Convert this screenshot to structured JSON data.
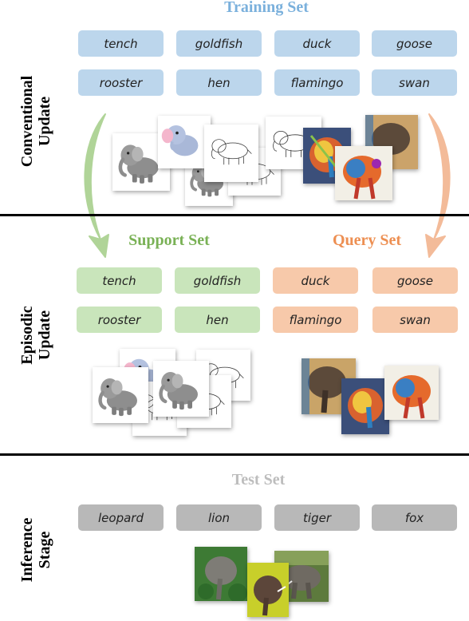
{
  "sections": {
    "conventional": "Conventional\nUpdate",
    "episodic": "Episodic\nUpdate",
    "inference": "Inference\nStage"
  },
  "titles": {
    "training": "Training Set",
    "support": "Support Set",
    "query": "Query Set",
    "test": "Test Set"
  },
  "training_classes": [
    "tench",
    "goldfish",
    "duck",
    "goose",
    "rooster",
    "hen",
    "flamingo",
    "swan"
  ],
  "support_classes": [
    "tench",
    "goldfish",
    "rooster",
    "hen"
  ],
  "query_classes": [
    "duck",
    "goose",
    "flamingo",
    "swan"
  ],
  "test_classes": [
    "leopard",
    "lion",
    "tiger",
    "fox"
  ],
  "icons": {
    "elephant_cartoon": "elephant-cartoon-icon",
    "elephant_sketch": "elephant-sketch-icon",
    "elephant_painting": "elephant-painting-icon",
    "elephant_photo": "elephant-photo-icon"
  },
  "colors": {
    "training_fill": "#bcd6ec",
    "training_title": "#7ab0dc",
    "support_fill": "#c9e5bb",
    "support_title": "#79b155",
    "query_fill": "#f7c9aa",
    "query_title": "#ed8f52",
    "test_fill": "#b8b8b8",
    "test_title": "#bdbdbd",
    "arrow_green": "#a8d08d",
    "arrow_orange": "#f2b48f"
  }
}
